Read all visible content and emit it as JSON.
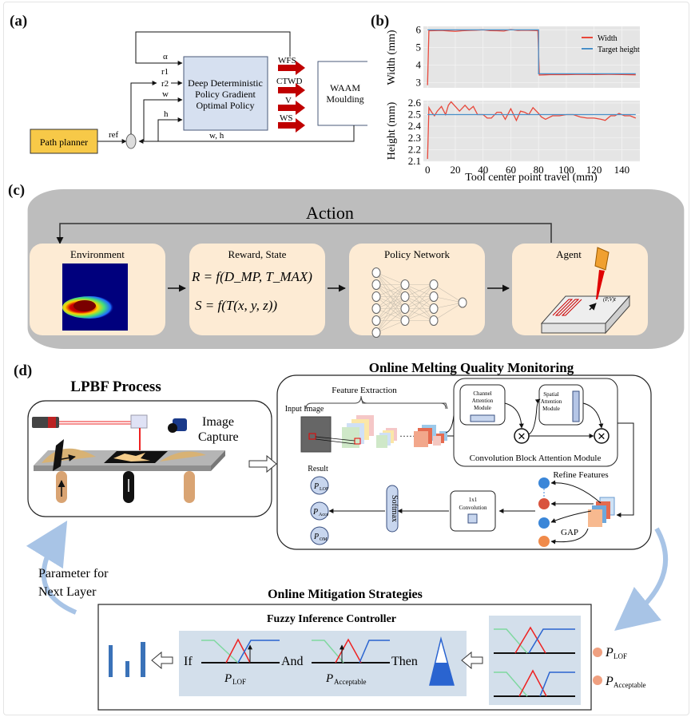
{
  "panels": {
    "a": {
      "label": "(a)",
      "path_planner": "Path planner",
      "ref": "ref",
      "policy_lines": [
        "Deep Deterministic",
        "Policy Gradient",
        "Optimal Policy"
      ],
      "inputs": [
        "α",
        "r1",
        "r2",
        "w",
        "h"
      ],
      "outputs": [
        "WFS",
        "CTWD",
        "V",
        "WS"
      ],
      "plant_lines": [
        "WAAM",
        "Moulding"
      ],
      "feedback": "w, h",
      "colors": {
        "path_planner": "#f7c948",
        "policy": "#d6e0f0",
        "arrow": "#c00000"
      }
    },
    "b": {
      "label": "(b)"
    },
    "c": {
      "label": "(c)",
      "action": "Action",
      "boxes": [
        {
          "title": "Environment"
        },
        {
          "title": "Reward, State",
          "eq1": "R = f(D_MP, T_MAX)",
          "eq2": "S = f(T(x, y, z))"
        },
        {
          "title": "Policy Network"
        },
        {
          "title": "Agent",
          "annotation": "(P,V)t"
        }
      ],
      "colors": {
        "panel": "#bdbdbd",
        "box": "#fdebd4"
      }
    },
    "d": {
      "label": "(d)",
      "lpbf_title": "LPBF Process",
      "image_capture": [
        "Image",
        "Capture"
      ],
      "monitoring_title": "Online Melting Quality Monitoring",
      "feature_extraction": "Feature Extraction",
      "input_image": "Input Image",
      "channel_attention": [
        "Channel",
        "Attention",
        "Module"
      ],
      "spatial_attention": [
        "Spatial",
        "Attention",
        "Module"
      ],
      "cbam": "Convolution Block Attention Module",
      "refine_features": "Refine Features",
      "gap": "GAP",
      "conv1x1": [
        "1x1",
        "Convolution"
      ],
      "softmax": "Softmax",
      "result": "Result",
      "results": [
        "LOF",
        "Acce",
        "OM"
      ],
      "parameter_next": [
        "Parameter for",
        "Next Layer"
      ],
      "mitigation_title": "Online Mitigation Strategies",
      "fuzzy_title": "Fuzzy Inference Controller",
      "rule": {
        "if": "If",
        "and": "And",
        "then": "Then",
        "sub1": "LOF",
        "sub2": "Acceptable"
      },
      "legend": [
        "LOF",
        "Acceptable"
      ]
    }
  },
  "chart_data": [
    {
      "type": "line",
      "title": "",
      "xlabel": "",
      "ylabel": "Width (mm)",
      "xlim": [
        -3,
        153
      ],
      "ylim": [
        2.7,
        6.2
      ],
      "yticks": [
        3,
        4,
        5,
        6
      ],
      "grid": true,
      "legend": "top-right",
      "series": [
        {
          "name": "Width",
          "color": "#e8473a",
          "x": [
            0,
            1,
            5,
            10,
            15,
            20,
            25,
            30,
            35,
            40,
            45,
            50,
            55,
            60,
            65,
            70,
            75,
            79.5,
            80.5,
            85,
            90,
            100,
            110,
            120,
            130,
            140,
            150
          ],
          "y": [
            2.85,
            5.95,
            5.96,
            5.97,
            5.94,
            5.92,
            5.95,
            5.97,
            5.98,
            6.0,
            5.96,
            5.95,
            5.93,
            6.02,
            5.97,
            5.98,
            5.97,
            5.96,
            3.43,
            3.44,
            3.46,
            3.45,
            3.47,
            3.46,
            3.47,
            3.46,
            3.44
          ]
        },
        {
          "name": "Target height",
          "color": "#4a90c8",
          "x": [
            0,
            80,
            80,
            150
          ],
          "y": [
            6.0,
            6.0,
            3.5,
            3.5
          ]
        }
      ]
    },
    {
      "type": "line",
      "title": "",
      "xlabel": "Tool center point travel (mm)",
      "ylabel": "Height (mm)",
      "xlim": [
        -3,
        153
      ],
      "ylim": [
        2.1,
        2.62
      ],
      "xticks": [
        0,
        20,
        40,
        60,
        80,
        100,
        120,
        140
      ],
      "yticks": [
        2.1,
        2.2,
        2.3,
        2.4,
        2.5,
        2.6
      ],
      "grid": true,
      "series": [
        {
          "name": "Height",
          "color": "#e8473a",
          "x": [
            0,
            1,
            3,
            5,
            7,
            10,
            13,
            15,
            17,
            20,
            23,
            27,
            30,
            33,
            36,
            40,
            43,
            46,
            50,
            53,
            56,
            60,
            62,
            64,
            67,
            70,
            73,
            76,
            80,
            82,
            85,
            90,
            95,
            100,
            105,
            110,
            115,
            120,
            125,
            128,
            132,
            135,
            138,
            142,
            146,
            150
          ],
          "y": [
            2.12,
            2.56,
            2.52,
            2.49,
            2.53,
            2.57,
            2.5,
            2.58,
            2.61,
            2.57,
            2.53,
            2.58,
            2.54,
            2.57,
            2.5,
            2.5,
            2.47,
            2.47,
            2.52,
            2.52,
            2.46,
            2.55,
            2.5,
            2.45,
            2.53,
            2.52,
            2.5,
            2.56,
            2.51,
            2.48,
            2.46,
            2.49,
            2.49,
            2.5,
            2.5,
            2.48,
            2.47,
            2.47,
            2.46,
            2.45,
            2.49,
            2.49,
            2.51,
            2.49,
            2.49,
            2.47
          ]
        },
        {
          "name": "Target height",
          "color": "#4a90c8",
          "x": [
            0,
            150
          ],
          "y": [
            2.5,
            2.5
          ]
        }
      ]
    }
  ]
}
